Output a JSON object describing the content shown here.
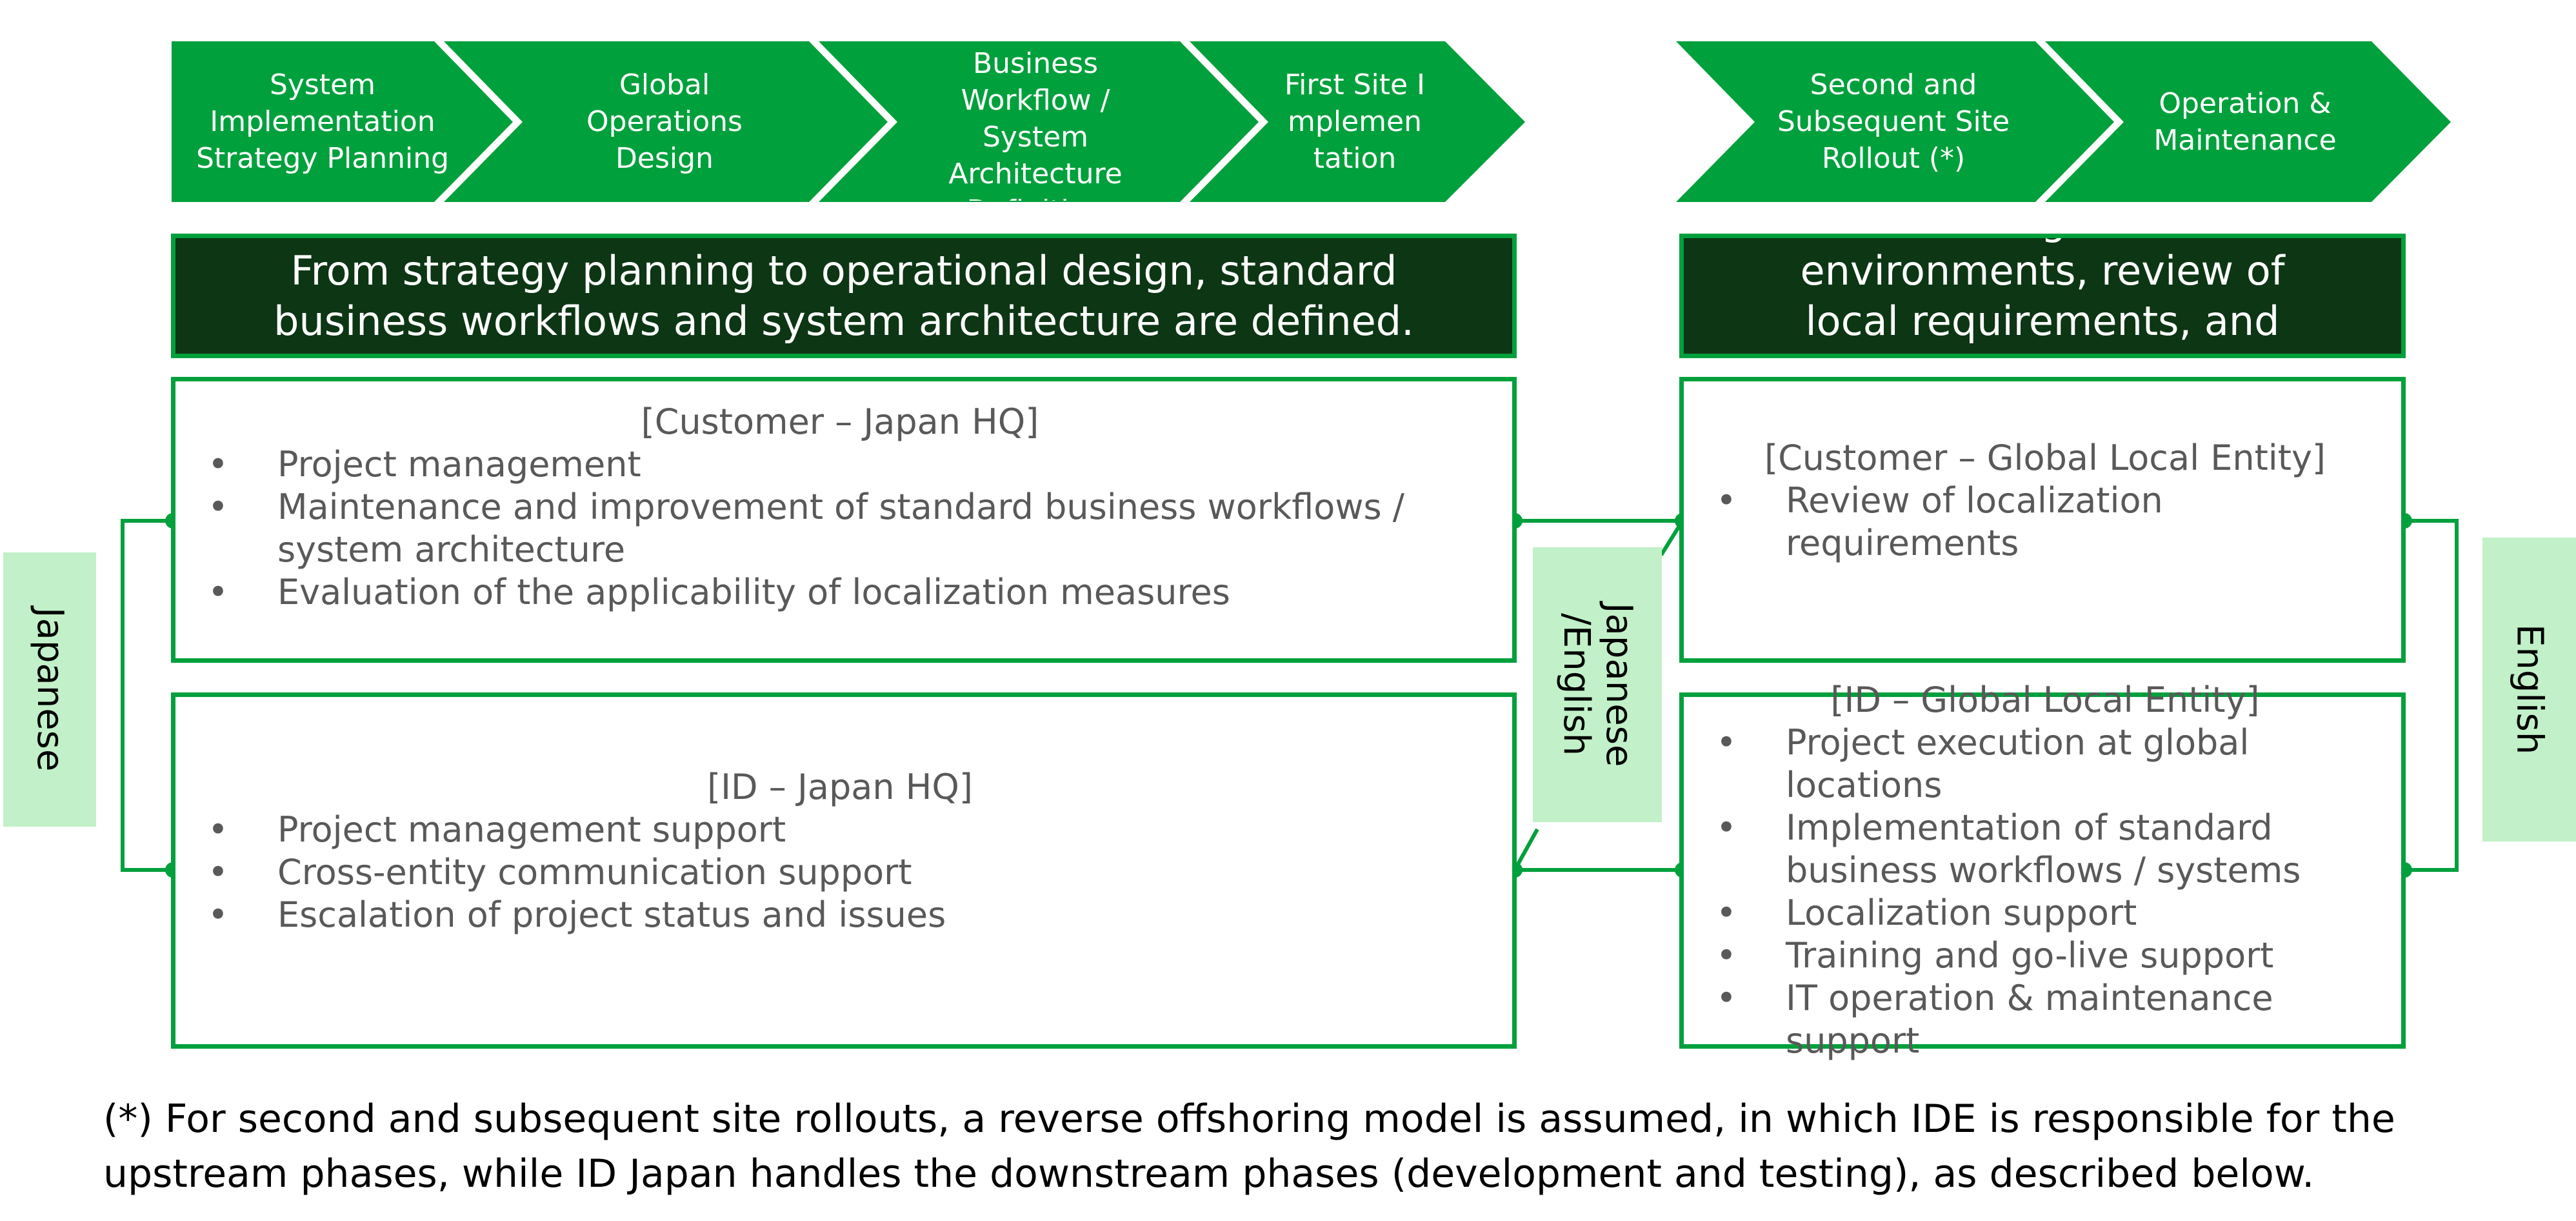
{
  "colors": {
    "phase_green": "#00a03c",
    "banner_dark": "#0d3614",
    "language_bg": "#c2f0c8",
    "body_text": "#595959"
  },
  "phases": [
    {
      "label": "System Implementation Strategy Planning"
    },
    {
      "label": "Global Operations Design"
    },
    {
      "label": "Business Workflow / System Architecture Definition"
    },
    {
      "label": "First Site Implementation"
    },
    {
      "label": "Second and Subsequent Site Rollout (*)"
    },
    {
      "label": "Operation & Maintenance"
    }
  ],
  "banners": {
    "left": "From strategy planning to operational design, standard business workflows and system architecture are defined.",
    "right": "Rollout to global site environments, review of local requirements, and execution of rollout"
  },
  "boxes": {
    "customer_japan_hq": {
      "title": "[Customer – Japan HQ]",
      "items": [
        "Project management",
        "Maintenance and improvement of standard business workflows / system architecture",
        "Evaluation of the applicability of localization measures"
      ]
    },
    "id_japan_hq": {
      "title": "[ID – Japan HQ]",
      "items": [
        "Project management support",
        "Cross-entity communication support",
        "Escalation of project status and issues"
      ]
    },
    "customer_global_local": {
      "title": "[Customer – Global Local Entity]",
      "items": [
        "Review of localization requirements"
      ]
    },
    "id_global_local": {
      "title": "[ID – Global Local Entity]",
      "items": [
        "Project execution at global locations",
        "Implementation of standard business workflows / systems",
        "Localization support",
        "Training and go-live support",
        "IT operation & maintenance support"
      ]
    }
  },
  "bullet_glyph": "•",
  "languages": {
    "left": "Japanese",
    "middle": "Japanese\n/English",
    "right": "English"
  },
  "footnote": "(*) For second and subsequent site rollouts, a reverse offshoring model is assumed, in which IDE is responsible for the upstream phases, while ID Japan handles the downstream phases (development and testing), as described below."
}
